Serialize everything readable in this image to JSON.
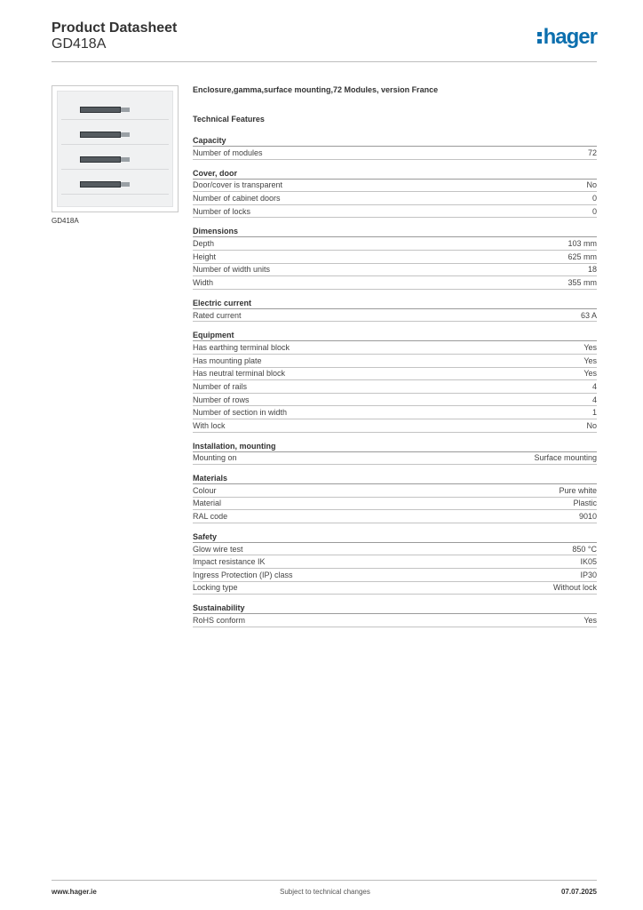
{
  "header": {
    "title": "Product Datasheet",
    "product_code": "GD418A",
    "brand_logo_text": "hager",
    "brand_color": "#0c6fae"
  },
  "product": {
    "caption": "GD418A",
    "description": "Enclosure,gamma,surface mounting,72 Modules, version France"
  },
  "technical_features_heading": "Technical Features",
  "sections": [
    {
      "title": "Capacity",
      "rows": [
        {
          "label": "Number of modules",
          "value": "72"
        }
      ]
    },
    {
      "title": "Cover, door",
      "rows": [
        {
          "label": "Door/cover is transparent",
          "value": "No"
        },
        {
          "label": "Number of cabinet doors",
          "value": "0"
        },
        {
          "label": "Number of locks",
          "value": "0"
        }
      ]
    },
    {
      "title": "Dimensions",
      "rows": [
        {
          "label": "Depth",
          "value": "103 mm"
        },
        {
          "label": "Height",
          "value": "625 mm"
        },
        {
          "label": "Number of width units",
          "value": "18"
        },
        {
          "label": "Width",
          "value": "355 mm"
        }
      ]
    },
    {
      "title": "Electric current",
      "rows": [
        {
          "label": "Rated current",
          "value": "63 A"
        }
      ]
    },
    {
      "title": "Equipment",
      "rows": [
        {
          "label": "Has earthing terminal block",
          "value": "Yes"
        },
        {
          "label": "Has mounting plate",
          "value": "Yes"
        },
        {
          "label": "Has neutral terminal block",
          "value": "Yes"
        },
        {
          "label": "Number of rails",
          "value": "4"
        },
        {
          "label": "Number of rows",
          "value": "4"
        },
        {
          "label": "Number of section in width",
          "value": "1"
        },
        {
          "label": "With lock",
          "value": "No"
        }
      ]
    },
    {
      "title": "Installation, mounting",
      "rows": [
        {
          "label": "Mounting on",
          "value": "Surface mounting"
        }
      ]
    },
    {
      "title": "Materials",
      "rows": [
        {
          "label": "Colour",
          "value": "Pure white"
        },
        {
          "label": "Material",
          "value": "Plastic"
        },
        {
          "label": "RAL code",
          "value": "9010"
        }
      ]
    },
    {
      "title": "Safety",
      "rows": [
        {
          "label": "Glow wire test",
          "value": "850 °C"
        },
        {
          "label": "Impact resistance IK",
          "value": "IK05"
        },
        {
          "label": "Ingress Protection (IP) class",
          "value": "IP30"
        },
        {
          "label": "Locking type",
          "value": "Without lock"
        }
      ]
    },
    {
      "title": "Sustainability",
      "rows": [
        {
          "label": "RoHS conform",
          "value": "Yes"
        }
      ]
    }
  ],
  "footer": {
    "website": "www.hager.ie",
    "notice": "Subject to technical changes",
    "date": "07.07.2025"
  }
}
